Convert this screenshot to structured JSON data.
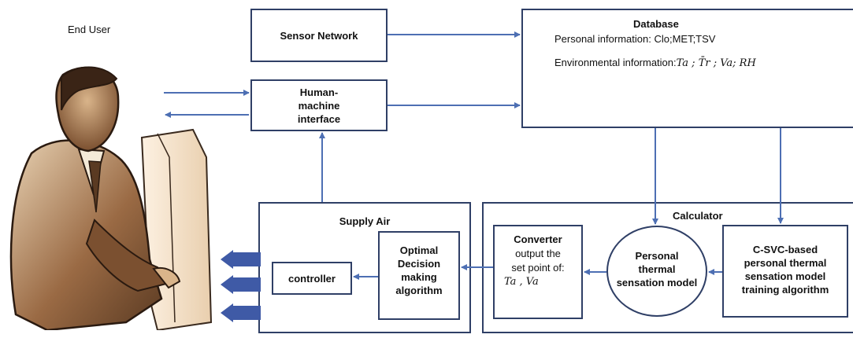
{
  "end_user": {
    "label": "End User"
  },
  "sensor_network": {
    "label": "Sensor Network"
  },
  "hmi": {
    "line1": "Human-",
    "line2": "machine",
    "line3": "interface"
  },
  "database": {
    "title": "Database",
    "personal": "Personal information: Clo;MET;TSV",
    "environmental_prefix": "Environmental information:",
    "environmental_vars": "Ta ; T̄r ; Va; RH"
  },
  "supply_air": {
    "title": "Supply Air"
  },
  "controller": {
    "label": "controller"
  },
  "optimal": {
    "line1": "Optimal",
    "line2": "Decision",
    "line3": "making",
    "line4": "algorithm"
  },
  "calculator": {
    "title": "Calculator"
  },
  "converter": {
    "line1": "Converter",
    "line2": "output the",
    "line3": "set point of:",
    "line4": "Ta , Va"
  },
  "personal_model": {
    "line1": "Personal",
    "line2": "thermal",
    "line3": "sensation model"
  },
  "csvc": {
    "line1": "C-SVC-based",
    "line2": "personal  thermal",
    "line3": "sensation model",
    "line4": "training algorithm"
  },
  "colors": {
    "box_border": "#2f3f66",
    "arrow": "#4d6fb3",
    "output_arrow": "#3f5aa6"
  }
}
